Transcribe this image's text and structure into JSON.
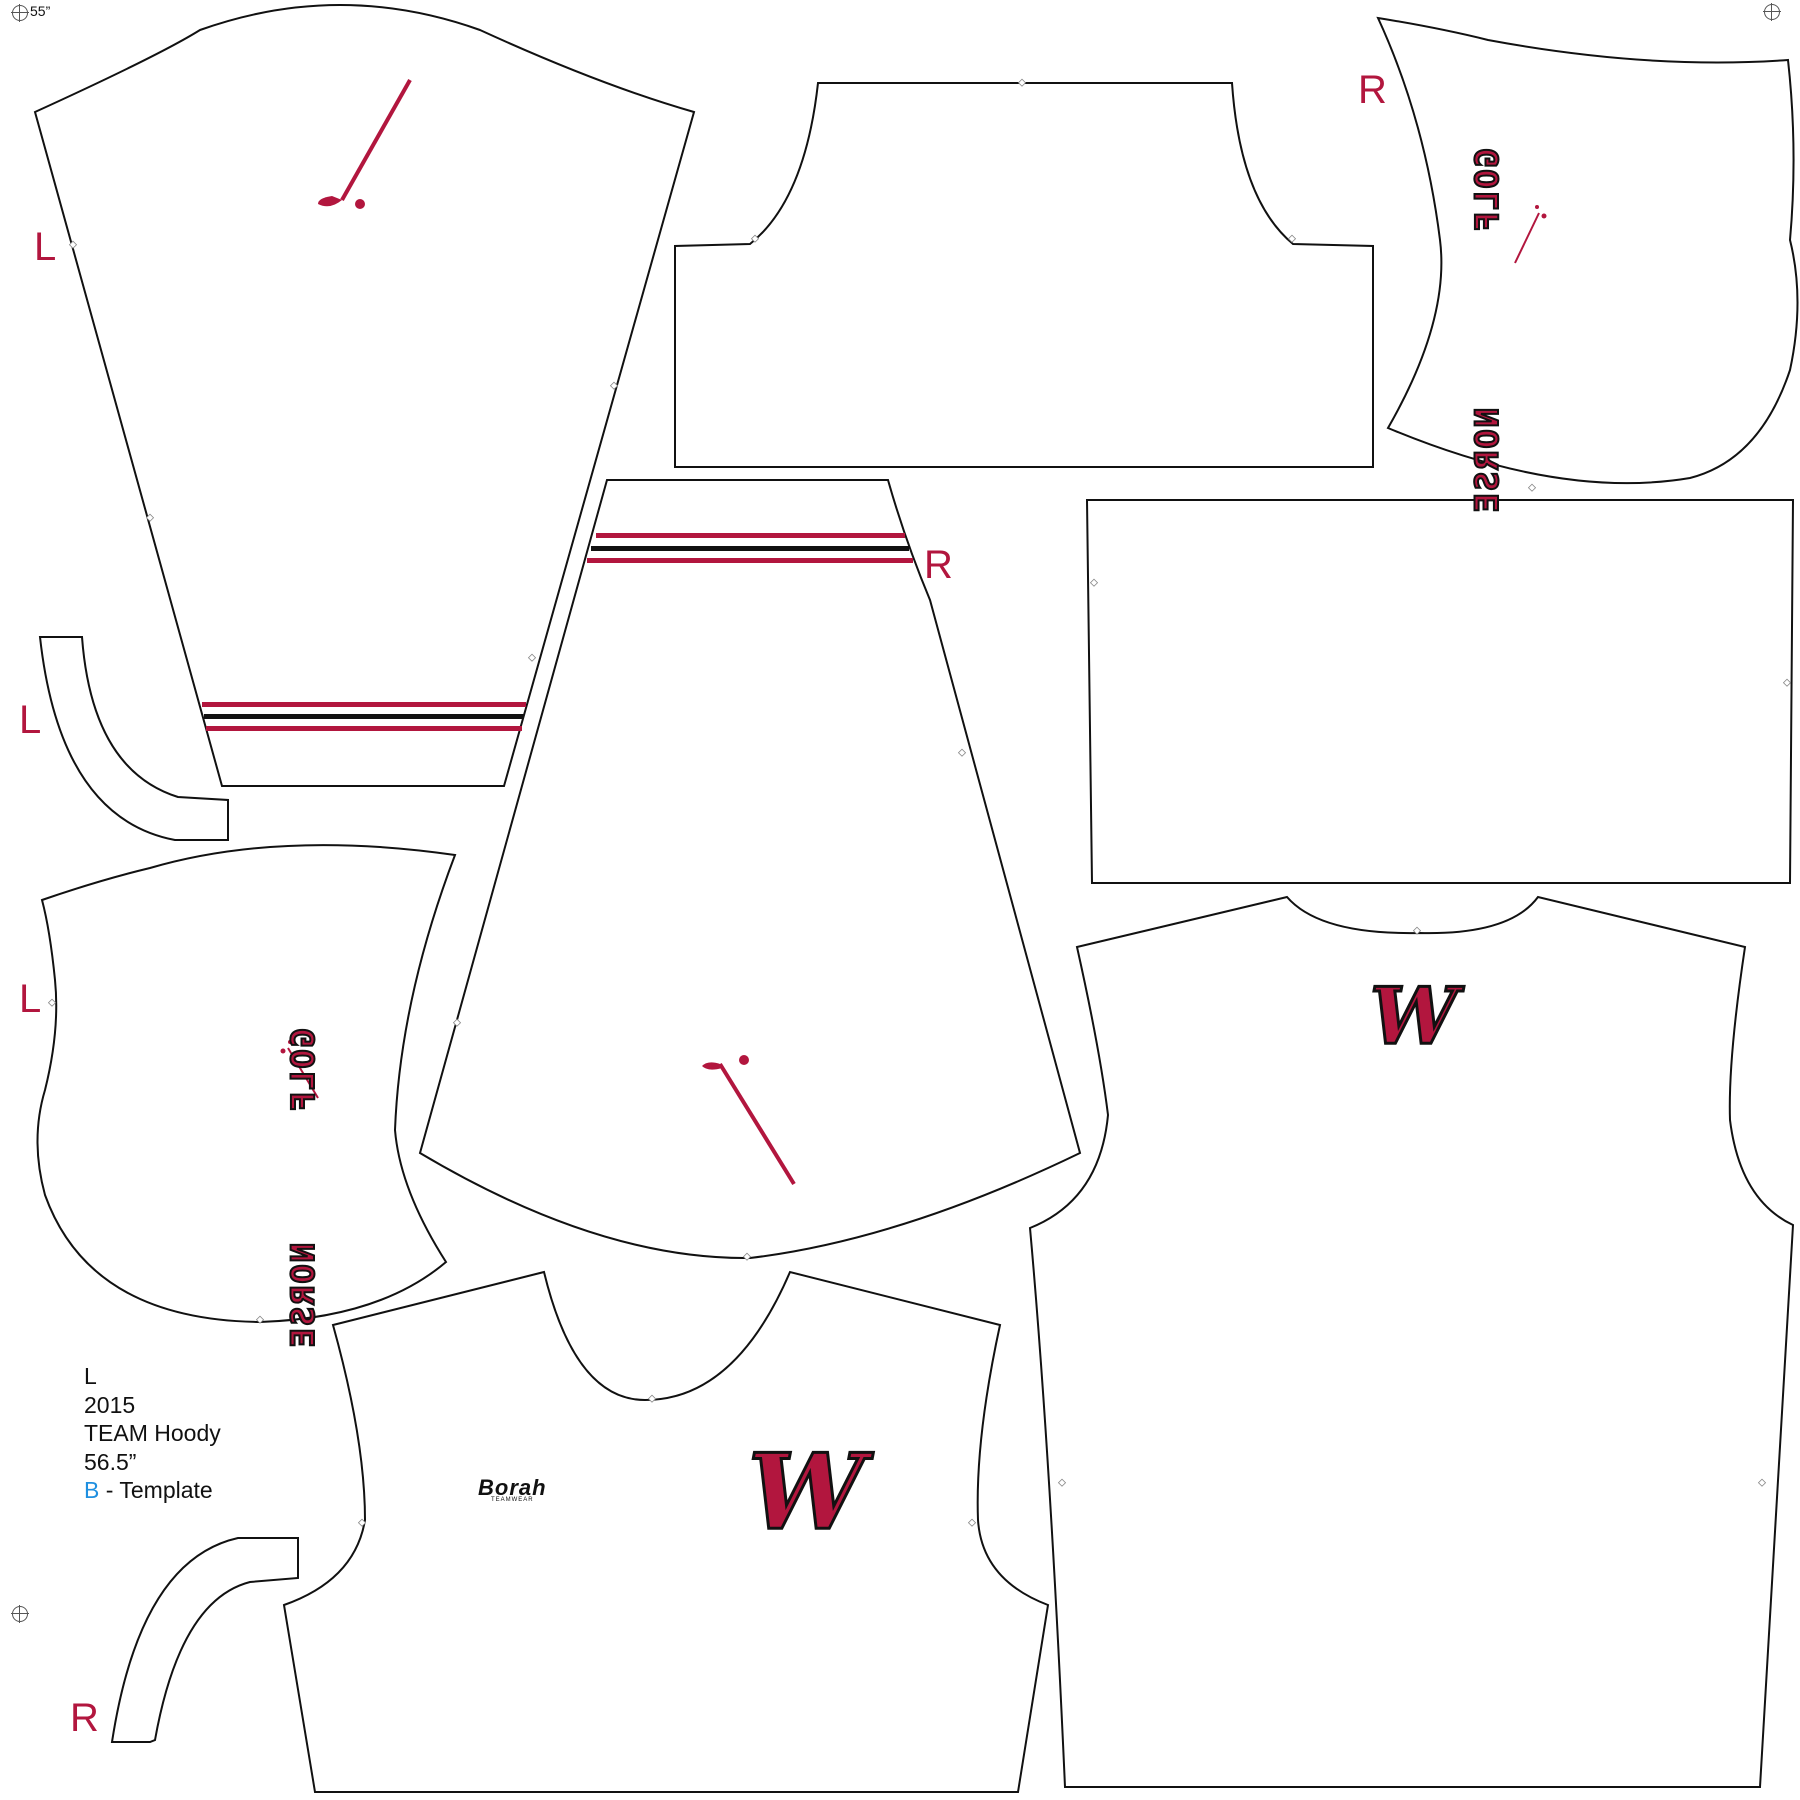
{
  "sheet": {
    "width_marker": "55”",
    "colors": {
      "accent": "#b2163e",
      "outline": "#111111",
      "info_letter": "#1e8fe0",
      "background": "#ffffff"
    }
  },
  "pieces": {
    "left_sleeve": {
      "side": "L"
    },
    "left_cuff": {
      "side": "L"
    },
    "left_hood": {
      "side": "L",
      "vertical_text_top": "GOLF",
      "vertical_text_bottom": "NORSE",
      "icon": "golf-club-icon"
    },
    "right_sleeve": {
      "side": "R",
      "icon": "golf-club-icon"
    },
    "right_hood": {
      "side": "R",
      "vertical_text_top": "GOLF",
      "vertical_text_bottom": "NORSE",
      "icon": "golf-club-icon"
    },
    "right_cuff": {
      "side": "R"
    },
    "hood_panel": {},
    "pocket_panel": {},
    "back_body": {
      "logo": "W"
    },
    "front_body": {
      "logo": "W",
      "brand_name": "Borah",
      "brand_sub": "TEAMWEAR"
    }
  },
  "info": {
    "size": "L",
    "year": "2015",
    "product": "TEAM Hoody",
    "width": "56.5”",
    "template_letter": "B",
    "template_label": " - Template"
  }
}
